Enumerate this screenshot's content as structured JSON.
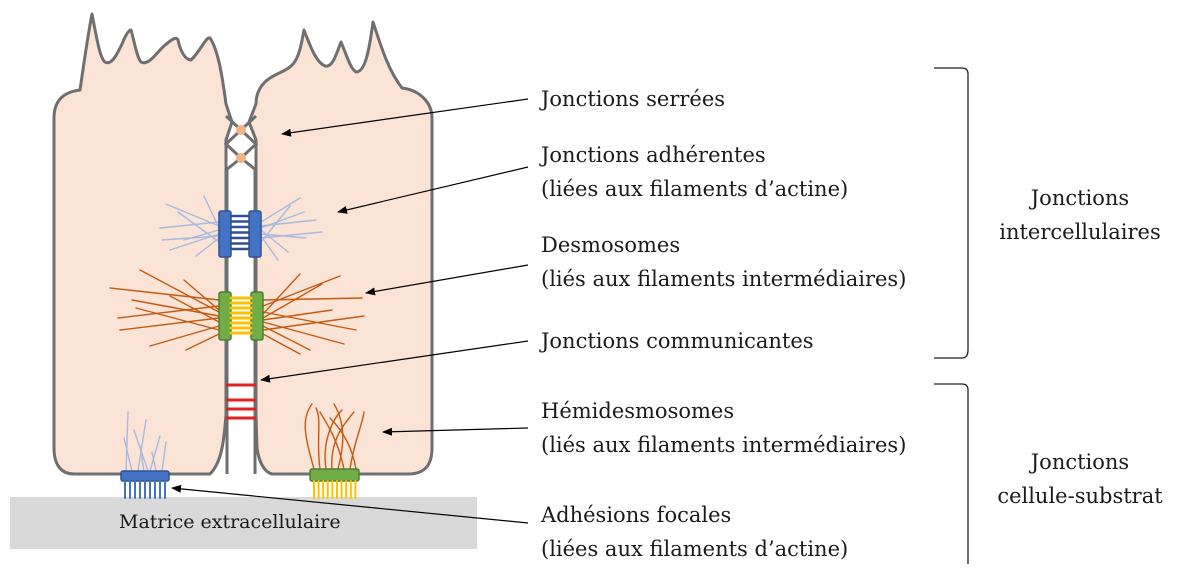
{
  "labels": {
    "tight": "Jonctions serrées",
    "adherens_1": "Jonctions adhérentes",
    "adherens_2": "(liées aux filaments d’actine)",
    "desmo_1": "Desmosomes",
    "desmo_2": "(liés aux filaments intermédiaires)",
    "gap": "Jonctions communicantes",
    "hemi_1": "Hémidesmosomes",
    "hemi_2": "(liés aux filaments intermédiaires)",
    "focal_1": "Adhésions focales",
    "focal_2": "(liées aux filaments d’actine)"
  },
  "groups": {
    "intercell_1": "Jonctions",
    "intercell_2": "intercellulaires",
    "substrate_1": "Jonctions",
    "substrate_2": "cellule-substrat"
  },
  "matrix": "Matrice extracellulaire",
  "colors": {
    "cell_fill": "#fbe3d6",
    "cell_stroke": "#6f6f6f",
    "matrix_fill": "#d9d9d9",
    "tight": "#f4b183",
    "adherens": "#4472c4",
    "actin": "#a9b9e0",
    "desmosome": "#70ad47",
    "desmo_core": "#ffc000",
    "intermediate": "#c55a11",
    "gap": "#e0221f"
  }
}
